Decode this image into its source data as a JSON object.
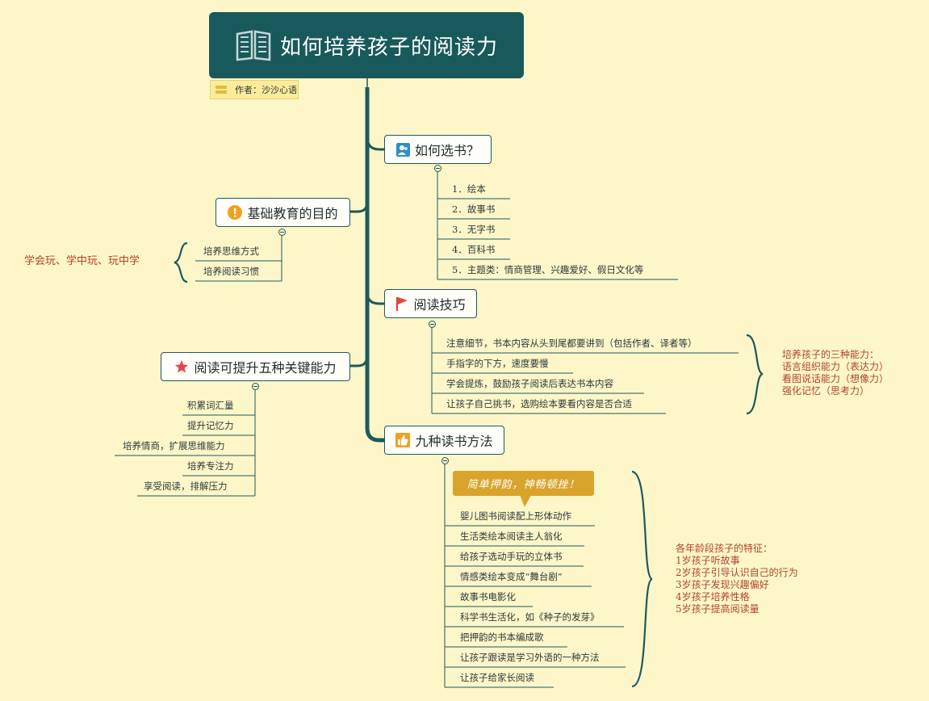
{
  "root": {
    "title": "如何培养孩子的阅读力",
    "icon": "book-icon"
  },
  "author": {
    "label": "作者：沙沙心语",
    "icon": "note-icon"
  },
  "branches": {
    "choose": {
      "label": "如何选书？",
      "icon": "user-icon",
      "items": [
        "1．绘本",
        "2．故事书",
        "3．无字书",
        "4．百科书",
        "5．主题类：情商管理、兴趣爱好、假日文化等"
      ]
    },
    "purpose": {
      "label": "基础教育的目的",
      "icon": "exclamation-icon",
      "items": [
        "培养思维方式",
        "培养阅读习惯"
      ],
      "note": "学会玩、学中玩、玩中学"
    },
    "skills": {
      "label": "阅读技巧",
      "icon": "flag-icon",
      "items": [
        "注意细节，书本内容从头到尾都要讲到（包括作者、译者等）",
        "手指字的下方，速度要慢",
        "学会提炼，鼓励孩子阅读后表达书本内容",
        "让孩子自己挑书，选购绘本要看内容是否合适"
      ],
      "note": [
        "培养孩子的三种能力：",
        "语言组织能力（表达力）",
        "看图说话能力（想像力）",
        "强化记忆（思考力）"
      ]
    },
    "abilities": {
      "label": "阅读可提升五种关键能力",
      "icon": "star-icon",
      "items": [
        "积累词汇量",
        "提升记忆力",
        "培养情商，扩展思维能力",
        "培养专注力",
        "享受阅读，排解压力"
      ]
    },
    "methods": {
      "label": "九种读书方法",
      "icon": "thumbs-up-icon",
      "callout": "简单押韵，神畅顿挫！",
      "items": [
        "婴儿图书阅读配上形体动作",
        "生活类绘本阅读主人翁化",
        "给孩子选动手玩的立体书",
        "情感类绘本变成“舞台剧”",
        "故事书电影化",
        "科学书生活化，如《种子的发芽》",
        "把押韵的书本编成歌",
        "让孩子跟读是学习外语的一种方法",
        "让孩子给家长阅读"
      ],
      "note": [
        "各年龄段孩子的特征：",
        "1岁孩子听故事",
        "2岁孩子引导认识自己的行为",
        "3岁孩子发现兴趣偏好",
        "4岁孩子培养性格",
        "5岁孩子提高阅读量"
      ]
    }
  },
  "colors": {
    "root_bg": "#185a5c",
    "line": "#1d5a5c",
    "background": "#fdf6c9",
    "note": "#b0442a",
    "callout": "#d9a42c"
  }
}
